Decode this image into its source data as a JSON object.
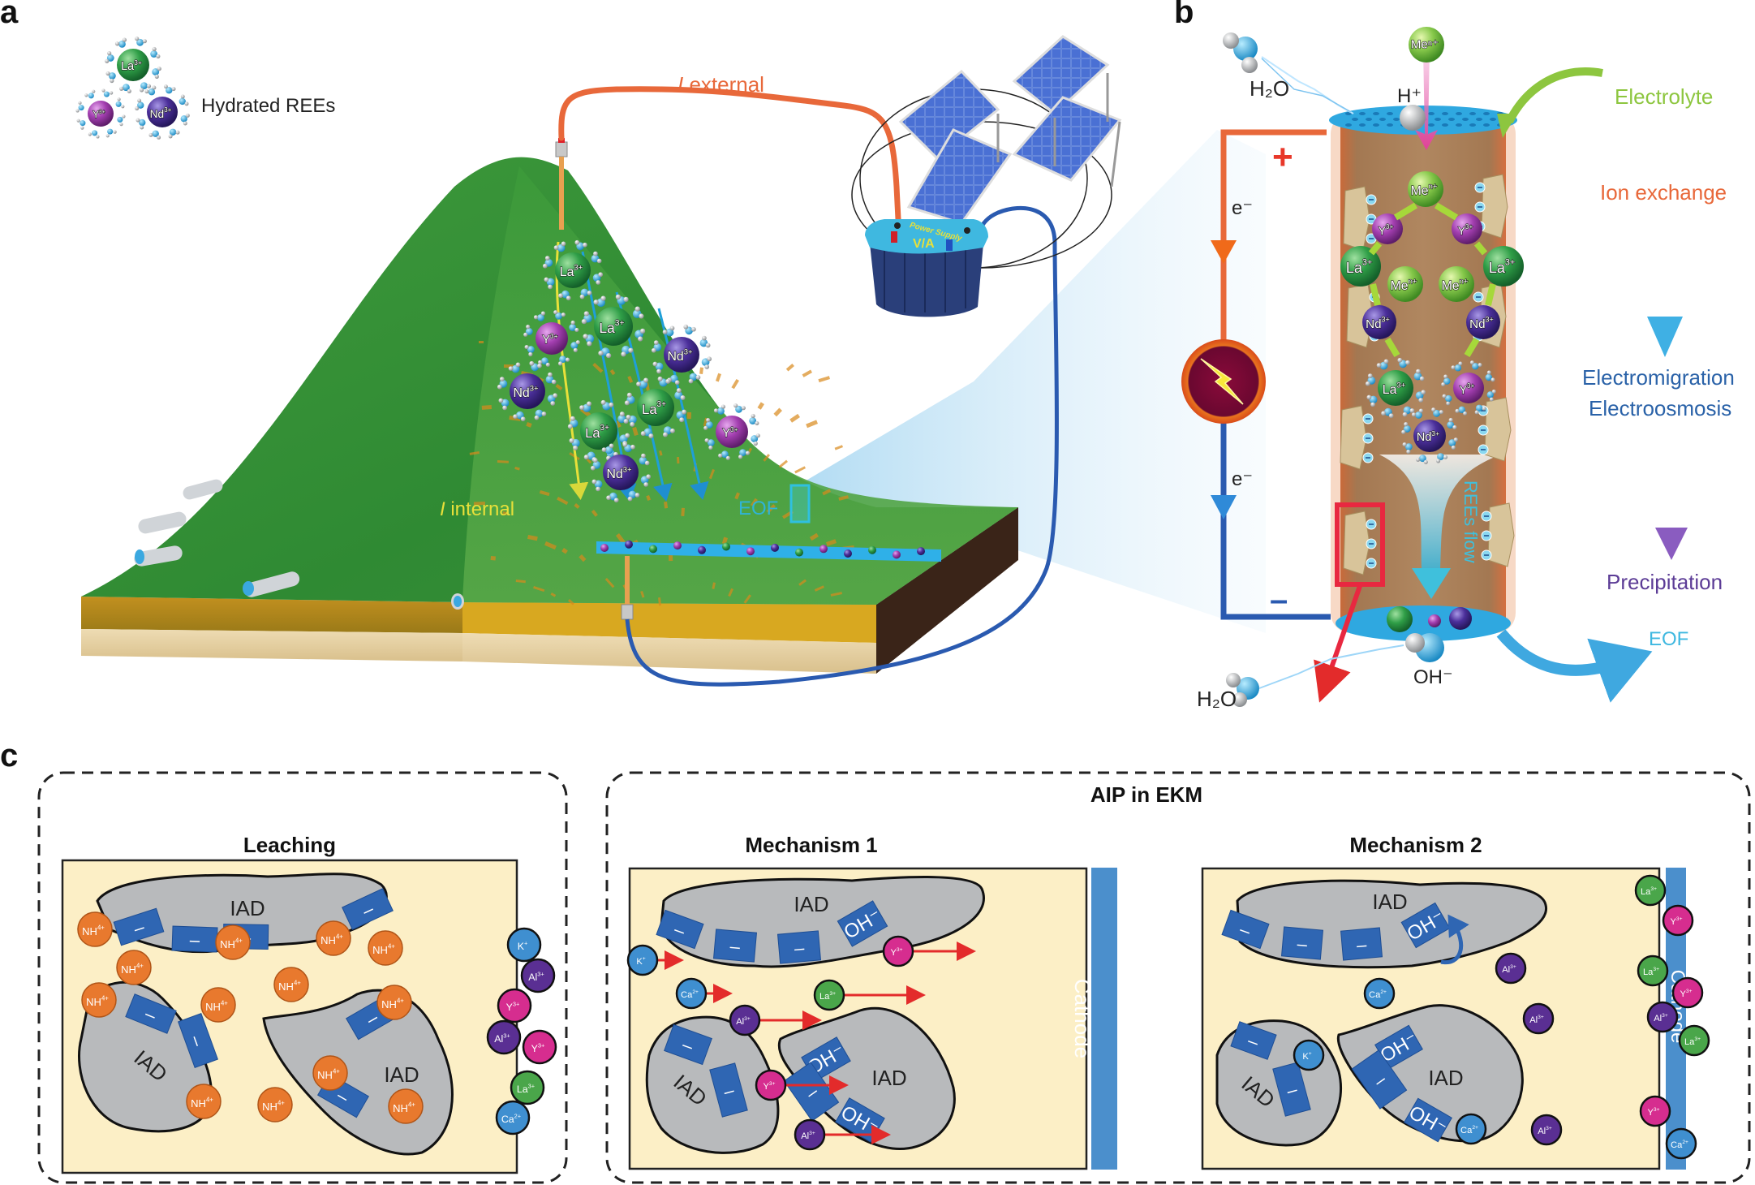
{
  "figure": {
    "panel_a": {
      "letter": "a",
      "legend_ions": [
        {
          "symbol": "La",
          "charge": "3+",
          "color": "#2e9e4a"
        },
        {
          "symbol": "Y",
          "charge": "3+",
          "color": "#a33fb0"
        },
        {
          "symbol": "Nd",
          "charge": "3+",
          "color": "#4b2f9a"
        }
      ],
      "legend_label": "Hydrated REEs",
      "external_current_label": "I external",
      "external_current_italic": "I",
      "external_current_rest": " external",
      "internal_current_italic": "I",
      "internal_current_rest": " internal",
      "eof_label": "EOF",
      "power_supply_label": "Power Supply",
      "power_supply_readout": "V/A",
      "hill_ions": [
        {
          "symbol": "La",
          "charge": "3+"
        },
        {
          "symbol": "Y",
          "charge": "3+"
        },
        {
          "symbol": "La",
          "charge": "3+"
        },
        {
          "symbol": "Nd",
          "charge": "3+"
        },
        {
          "symbol": "Nd",
          "charge": "3+"
        },
        {
          "symbol": "La",
          "charge": "3+"
        },
        {
          "symbol": "La",
          "charge": "3+"
        },
        {
          "symbol": "Y",
          "charge": "3+"
        },
        {
          "symbol": "Nd",
          "charge": "3+"
        }
      ]
    },
    "panel_b": {
      "letter": "b",
      "h2o_top": "H₂O",
      "h_plus": "H⁺",
      "me_ion": "Meⁿ⁺",
      "electrolyte_label": "Electrolyte",
      "ion_exchange_label": "Ion exchange",
      "electromigration_label": "Electromigration",
      "electroosmosis_label": "Electroosmosis",
      "precipitation_label": "Precipitation",
      "eof_label": "EOF",
      "plus_sign": "+",
      "minus_sign": "–",
      "electron_label": "e⁻",
      "rees_flow_label": "REEs flow",
      "h2o_bottom": "H₂O",
      "oh_minus": "OH⁻",
      "column_ions": [
        {
          "symbol": "Me",
          "charge": "n+"
        },
        {
          "symbol": "Y",
          "charge": "3+"
        },
        {
          "symbol": "Y",
          "charge": "3+"
        },
        {
          "symbol": "La",
          "charge": "3+"
        },
        {
          "symbol": "Me",
          "charge": "n+"
        },
        {
          "symbol": "Me",
          "charge": "n+"
        },
        {
          "symbol": "La",
          "charge": "3+"
        },
        {
          "symbol": "Nd",
          "charge": "3+"
        },
        {
          "symbol": "Nd",
          "charge": "3+"
        },
        {
          "symbol": "La",
          "charge": "3+"
        },
        {
          "symbol": "Y",
          "charge": "3+"
        },
        {
          "symbol": "Nd",
          "charge": "3+"
        }
      ]
    },
    "panel_c": {
      "letter": "c",
      "leaching": {
        "title": "Leaching",
        "iad_label": "IAD",
        "minus": "–",
        "nh4_label": "NH",
        "nh4_charge": "4+",
        "nh4_count": 14,
        "edge_ions": [
          {
            "symbol": "K",
            "charge": "+",
            "kind": "Ca"
          },
          {
            "symbol": "Al",
            "charge": "3+",
            "kind": "Al"
          },
          {
            "symbol": "Y",
            "charge": "3+",
            "kind": "Y"
          },
          {
            "symbol": "Al",
            "charge": "3+",
            "kind": "Al"
          },
          {
            "symbol": "Y",
            "charge": "3+",
            "kind": "Y"
          },
          {
            "symbol": "La",
            "charge": "3+",
            "kind": "La"
          },
          {
            "symbol": "Ca",
            "charge": "2+",
            "kind": "Ca"
          }
        ]
      },
      "aip_title": "AIP in EKM",
      "mechanism1": {
        "title": "Mechanism 1",
        "iad_label": "IAD",
        "oh_label": "OH⁻",
        "minus": "–",
        "cathode_label": "Cathode",
        "moving_ions": [
          {
            "symbol": "K",
            "charge": "+",
            "kind": "Ca"
          },
          {
            "symbol": "Ca",
            "charge": "2+",
            "kind": "Ca"
          },
          {
            "symbol": "Al",
            "charge": "3+",
            "kind": "Al"
          },
          {
            "symbol": "La",
            "charge": "3+",
            "kind": "La"
          },
          {
            "symbol": "Y",
            "charge": "3+",
            "kind": "Y"
          },
          {
            "symbol": "Y",
            "charge": "3+",
            "kind": "Y"
          },
          {
            "symbol": "Al",
            "charge": "3+",
            "kind": "Al"
          }
        ]
      },
      "mechanism2": {
        "title": "Mechanism 2",
        "iad_label": "IAD",
        "oh_label": "OH⁻",
        "minus": "–",
        "cathode_label": "Cathode",
        "inner_ions": [
          {
            "symbol": "Al",
            "charge": "3+",
            "kind": "Al"
          },
          {
            "symbol": "Ca",
            "charge": "2+",
            "kind": "Ca"
          },
          {
            "symbol": "K",
            "charge": "+",
            "kind": "Ca"
          },
          {
            "symbol": "Al",
            "charge": "3+",
            "kind": "Al"
          },
          {
            "symbol": "Ca",
            "charge": "2+",
            "kind": "Ca"
          },
          {
            "symbol": "Al",
            "charge": "3+",
            "kind": "Al"
          }
        ],
        "cathode_ions": [
          {
            "symbol": "La",
            "charge": "3+",
            "kind": "La"
          },
          {
            "symbol": "Y",
            "charge": "3+",
            "kind": "Y"
          },
          {
            "symbol": "La",
            "charge": "3+",
            "kind": "La"
          },
          {
            "symbol": "Y",
            "charge": "3+",
            "kind": "Y"
          },
          {
            "symbol": "Al",
            "charge": "3+",
            "kind": "Al"
          },
          {
            "symbol": "La",
            "charge": "3+",
            "kind": "La"
          },
          {
            "symbol": "Y",
            "charge": "3+",
            "kind": "Y"
          },
          {
            "symbol": "Ca",
            "charge": "2+",
            "kind": "Ca"
          }
        ]
      }
    },
    "colors": {
      "La": "#4aa64a",
      "Y": "#d62d8f",
      "Al": "#5a2f93",
      "Ca": "#3f8fd0",
      "NH4": "#e8792e",
      "site": "#2f66b3",
      "iad": "#b8babc",
      "soil": "#fcefc6",
      "cathode": "#4b8fcc",
      "arrow_red": "#e32b2b",
      "external_orange": "#e8683a",
      "internal_yellow": "#e8e03a",
      "eof_cyan": "#2fb4d6",
      "electrolyte_green": "#8dc63f",
      "ion_exchange_orange": "#e8683a",
      "electro_blue": "#2a62a8",
      "precip_purple": "#5c3c96"
    }
  }
}
